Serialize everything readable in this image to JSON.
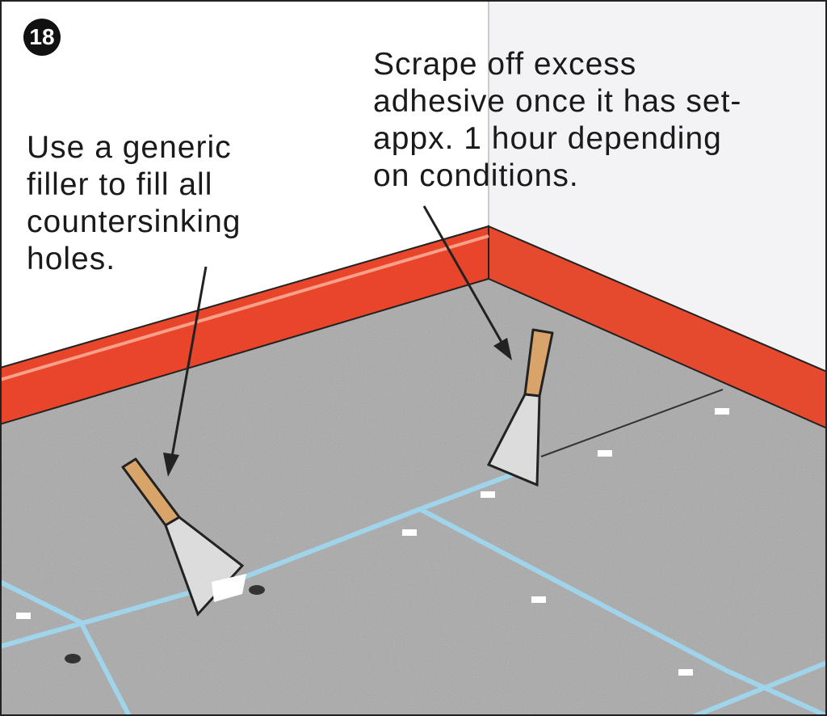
{
  "step_number": "18",
  "instructions": {
    "left": [
      "Use a generic",
      "filler to fill all",
      "countersinking",
      "holes."
    ],
    "right": [
      "Scrape off excess",
      "adhesive once it has set-",
      "appx. 1 hour depending",
      "on conditions."
    ]
  },
  "colors": {
    "skirting": "#e8452a",
    "floor": "#a9a9a9",
    "joint": "#9fd4ea",
    "wall": "#ffffff"
  }
}
